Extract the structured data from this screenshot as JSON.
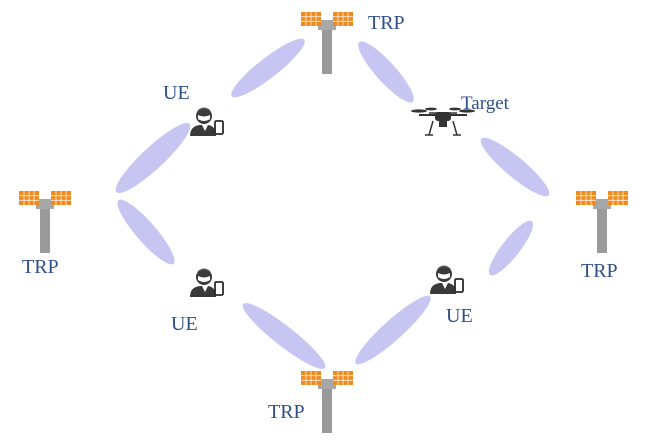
{
  "colors": {
    "label": "#2f4f8a",
    "beam": "#c7c6f2",
    "panel": "#ef8b1c",
    "panel_grid": "#ffffff",
    "mast": "#9a9a9a",
    "person": "#3a3a3a",
    "drone": "#333333"
  },
  "labels": {
    "trp_top": "TRP",
    "trp_left": "TRP",
    "trp_right": "TRP",
    "trp_bottom": "TRP",
    "ue_top_left": "UE",
    "ue_bottom_left": "UE",
    "ue_bottom_right": "UE",
    "target": "Target"
  },
  "icons": {
    "trp": "trp-antenna-icon",
    "ue": "ue-person-phone-icon",
    "target": "drone-icon"
  }
}
